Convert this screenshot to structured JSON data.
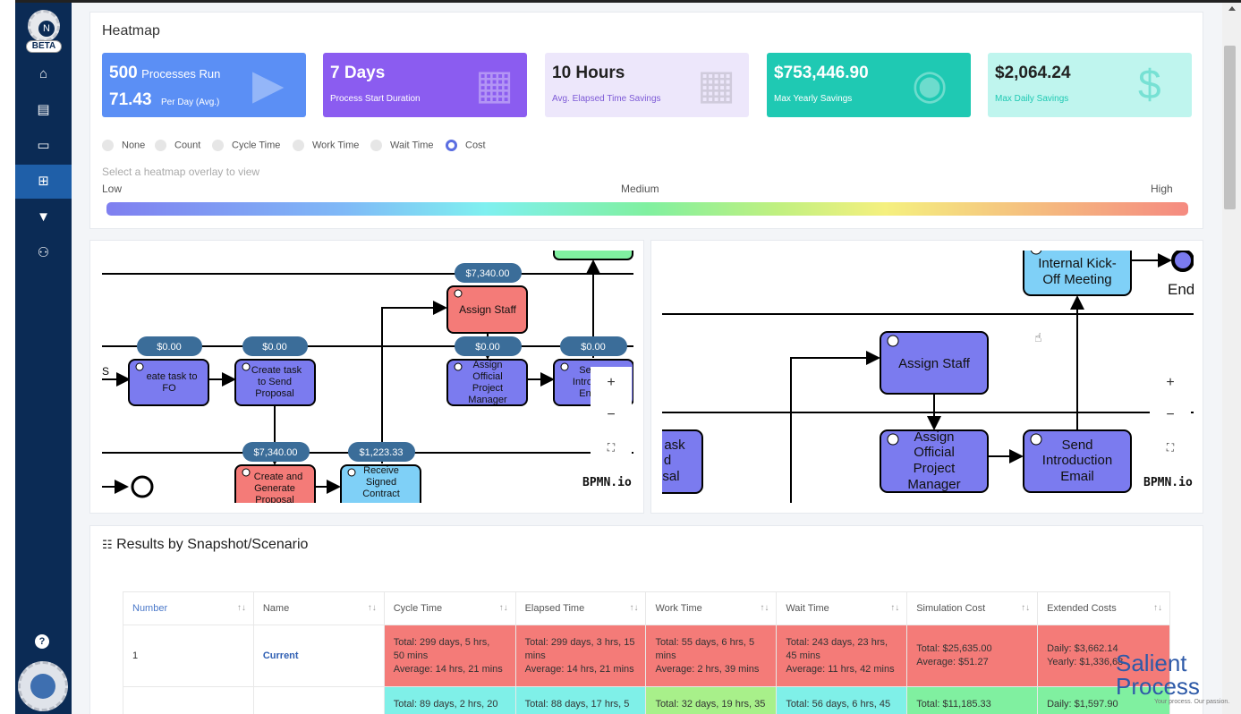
{
  "sidebar": {
    "logo_badge": "BETA",
    "logo_letter": "N",
    "items": [
      {
        "icon": "home-icon",
        "glyph": "⌂"
      },
      {
        "icon": "chalkboard-icon",
        "glyph": "▤"
      },
      {
        "icon": "monitor-icon",
        "glyph": "▭"
      },
      {
        "icon": "sitemap-icon",
        "glyph": "⊞"
      },
      {
        "icon": "filter-icon",
        "glyph": "▼"
      },
      {
        "icon": "network-icon",
        "glyph": "⚇"
      }
    ],
    "help_glyph": "?"
  },
  "heatmap": {
    "title": "Heatmap",
    "stats": [
      {
        "main": "500",
        "main_suffix": "Processes Run",
        "second": "71.43",
        "second_suffix": "Per Day (Avg.)",
        "color": "#5b8ff5",
        "icon": "play-icon"
      },
      {
        "main": "7 Days",
        "sub": "Process Start Duration",
        "color": "#8b5cf0",
        "icon": "calendar-icon"
      },
      {
        "main": "10 Hours",
        "sub": "Avg. Elapsed Time Savings",
        "color": "#ede7fb",
        "icon": "calendar-icon"
      },
      {
        "main": "$753,446.90",
        "sub": "Max Yearly Savings",
        "color": "#1fc9b3",
        "icon": "coins-icon"
      },
      {
        "main": "$2,064.24",
        "sub": "Max Daily Savings",
        "color": "#bff5ee",
        "icon": "hand-dollar-icon"
      }
    ],
    "overlay_options": [
      "None",
      "Count",
      "Cycle Time",
      "Work Time",
      "Wait Time",
      "Cost"
    ],
    "selected_overlay": "Cost",
    "hint": "Select a heatmap overlay to view",
    "scale": {
      "low": "Low",
      "medium": "Medium",
      "high": "High"
    }
  },
  "diagram_left": {
    "badges": [
      "$7,340.00",
      "$0.00",
      "$0.00",
      "$0.00",
      "$0.00",
      "$7,340.00",
      "$1,223.33"
    ],
    "tasks": {
      "assign_staff": "Assign Staff",
      "create_task_fo": [
        "eate task to",
        "FO"
      ],
      "create_task_send": [
        "Create task",
        "to Send",
        "Proposal"
      ],
      "assign_pm": [
        "Assign",
        "Official",
        "Project",
        "Manager"
      ],
      "send_intro": [
        "Se",
        "Introd",
        "En"
      ],
      "create_generate": [
        "Create and",
        "Generate",
        "Proposal"
      ],
      "receive_signed": [
        "Receive",
        "Signed",
        "Contract"
      ]
    },
    "cut_label": "S",
    "logo": "BPMN.io"
  },
  "diagram_right": {
    "tasks": {
      "kickoff": [
        "Internal Kick-",
        "Off Meeting"
      ],
      "assign_staff": "Assign Staff",
      "assign_pm": [
        "Assign",
        "Official",
        "Project",
        "Manager"
      ],
      "send_intro": [
        "Send",
        "Introduction",
        "Email"
      ],
      "left_cut": [
        "ask",
        "d",
        "sal"
      ]
    },
    "end_label": "End",
    "logo": "BPMN.io"
  },
  "zoom": {
    "in": "+",
    "out": "−",
    "fit": "⛶"
  },
  "results": {
    "title": "Results by Snapshot/Scenario",
    "columns": [
      "Number",
      "Name",
      "Cycle Time",
      "Elapsed Time",
      "Work Time",
      "Wait Time",
      "Simulation Cost",
      "Extended Costs"
    ],
    "rows": [
      {
        "number": "1",
        "name": "Current",
        "cycle": [
          "Total: 299 days, 5 hrs,",
          "50 mins",
          "Average: 14 hrs, 21 mins"
        ],
        "elapsed": [
          "Total: 299 days, 3 hrs, 15",
          "mins",
          "Average: 14 hrs, 21 mins"
        ],
        "work": [
          "Total: 55 days, 6 hrs, 5",
          "mins",
          "Average: 2 hrs, 39 mins"
        ],
        "wait": [
          "Total: 243 days, 23 hrs,",
          "45 mins",
          "Average: 11 hrs, 42 mins"
        ],
        "sim": [
          "Total: $25,635.00",
          "Average: $51.27"
        ],
        "ext": [
          "Daily: $3,662.14",
          "Yearly: $1,336,68"
        ]
      },
      {
        "number": "",
        "name": "",
        "cycle": [
          "Total: 89 days, 2 hrs, 20"
        ],
        "elapsed": [
          "Total: 88 days, 17 hrs, 5"
        ],
        "work": [
          "Total: 32 days, 19 hrs, 35"
        ],
        "wait": [
          "Total: 56 days, 6 hrs, 45"
        ],
        "sim": [
          "Total: $11,185.33"
        ],
        "ext": [
          "Daily: $1,597.90"
        ]
      }
    ]
  },
  "branding": {
    "name": "Salient Process",
    "tagline": "Your process. Our passion."
  }
}
